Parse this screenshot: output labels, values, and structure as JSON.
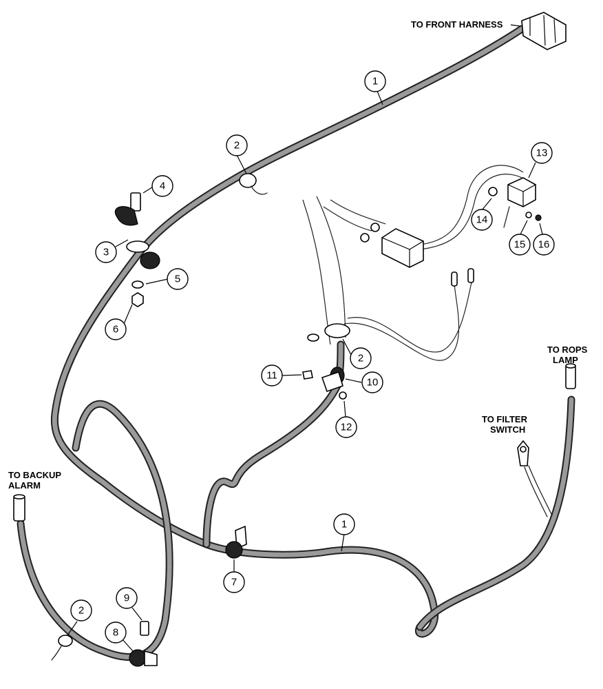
{
  "labels": {
    "front_harness": "TO FRONT HARNESS",
    "rops_lamp_1": "TO ROPS",
    "rops_lamp_2": "LAMP",
    "filter_switch_1": "TO FILTER",
    "filter_switch_2": "SWITCH",
    "backup_alarm_1": "TO BACKUP",
    "backup_alarm_2": "ALARM"
  },
  "callouts": {
    "c1a": "1",
    "c1b": "1",
    "c2a": "2",
    "c2b": "2",
    "c2c": "2",
    "c3": "3",
    "c4": "4",
    "c5": "5",
    "c6": "6",
    "c7": "7",
    "c8": "8",
    "c9": "9",
    "c10": "10",
    "c11": "11",
    "c12": "12",
    "c13": "13",
    "c14": "14",
    "c15": "15",
    "c16": "16"
  }
}
